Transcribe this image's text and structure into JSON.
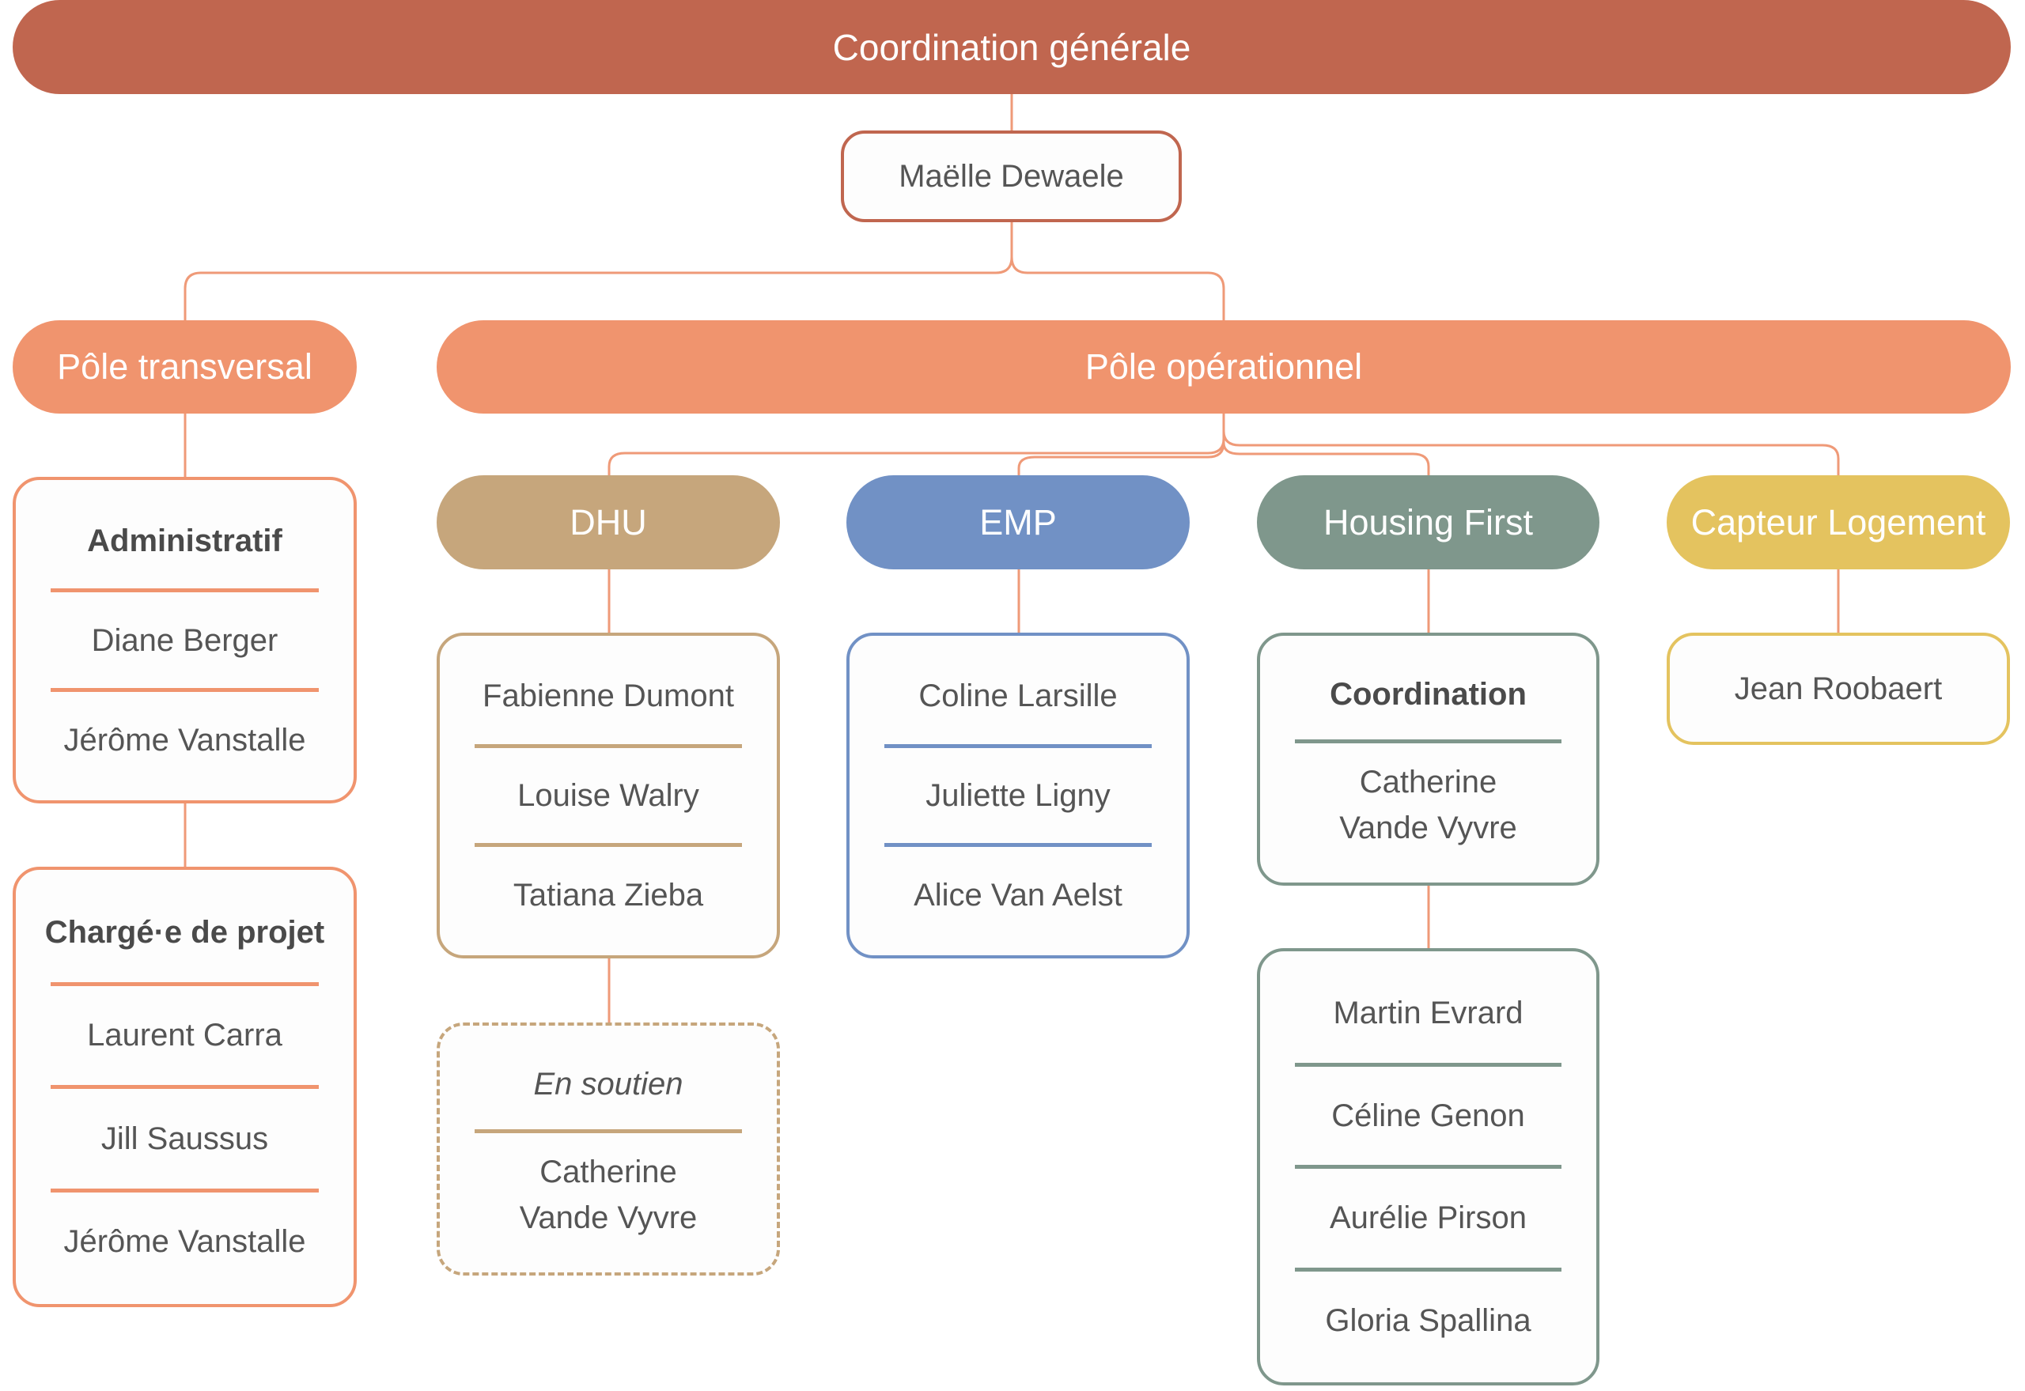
{
  "colors": {
    "coordination": "#c0664f",
    "pole": "#f0946e",
    "connector": "#ef9a78",
    "dhu": "#c6a67c",
    "emp": "#7191c5",
    "housing_first": "#7f978c",
    "capteur": "#e4c35f",
    "text": "#555555"
  },
  "top": {
    "title": "Coordination générale",
    "lead": "Maëlle Dewaele"
  },
  "poles": {
    "transversal": {
      "label": "Pôle transversal",
      "administratif": {
        "heading": "Administratif",
        "members": [
          "Diane Berger",
          "Jérôme Vanstalle"
        ]
      },
      "charge_projet": {
        "heading": "Chargé·e de projet",
        "members": [
          "Laurent Carra",
          "Jill Saussus",
          "Jérôme Vanstalle"
        ]
      }
    },
    "operationnel": {
      "label": "Pôle opérationnel",
      "dhu": {
        "label": "DHU",
        "members": [
          "Fabienne Dumont",
          "Louise Walry",
          "Tatiana Zieba"
        ],
        "support_heading": "En soutien",
        "support_member": "Catherine\nVande Vyvre"
      },
      "emp": {
        "label": "EMP",
        "members": [
          "Coline Larsille",
          "Juliette Ligny",
          "Alice Van Aelst"
        ]
      },
      "housing_first": {
        "label": "Housing First",
        "coordination_heading": "Coordination",
        "coordinator": "Catherine\nVande Vyvre",
        "members": [
          "Martin Evrard",
          "Céline Genon",
          "Aurélie Pirson",
          "Gloria Spallina"
        ]
      },
      "capteur": {
        "label": "Capteur Logement",
        "members": [
          "Jean Roobaert"
        ]
      }
    }
  }
}
